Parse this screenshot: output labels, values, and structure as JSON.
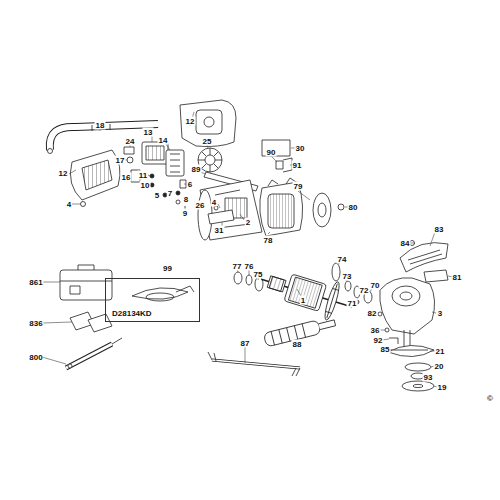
{
  "diagram": {
    "nodes": [
      {
        "text": [
          "99",
          "D28134KD"
        ]
      }
    ],
    "labels": [
      "18",
      "24",
      "13",
      "14",
      "12",
      "25",
      "89",
      "12",
      "17",
      "16",
      "11",
      "10",
      "6",
      "5",
      "7",
      "8",
      "9",
      "26",
      "4",
      "4",
      "2",
      "31",
      "90",
      "30",
      "91",
      "79",
      "80",
      "78",
      "77",
      "76",
      "75",
      "74",
      "73",
      "72",
      "71",
      "70",
      "82",
      "3",
      "1",
      "84",
      "83",
      "81",
      "36",
      "92",
      "85",
      "21",
      "20",
      "93",
      "19",
      "88",
      "87",
      "861",
      "836",
      "800",
      "©"
    ]
  }
}
